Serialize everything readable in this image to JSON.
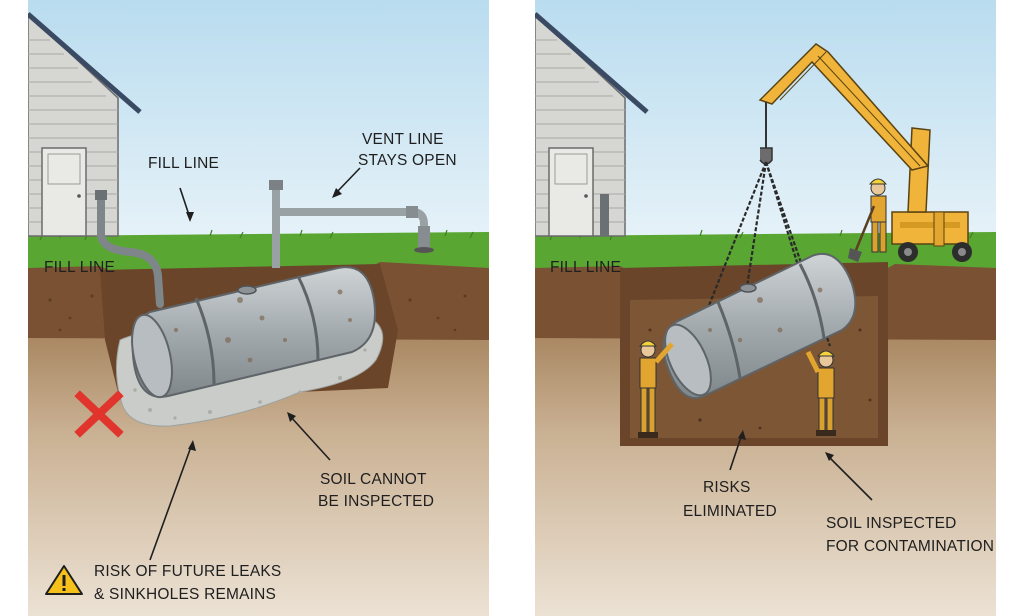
{
  "left_panel": {
    "fill_line_top": "FILL LINE",
    "fill_line_side": "FILL LINE",
    "vent_line_1": "VENT LINE",
    "vent_line_2": "STAYS OPEN",
    "soil_1": "SOIL CANNOT",
    "soil_2": "BE INSPECTED",
    "risk_1": "RISK OF FUTURE LEAKS",
    "risk_2": "& SINKHOLES REMAINS"
  },
  "right_panel": {
    "fill_line_side": "FILL LINE",
    "risks_1": "RISKS",
    "risks_2": "ELIMINATED",
    "soil_1": "SOIL INSPECTED",
    "soil_2": "FOR CONTAMINATION"
  },
  "colors": {
    "sky": "#c8e4f2",
    "grass": "#5aa632",
    "soil": "#7a5233",
    "subsoil": "#c7ad8e",
    "tank": "#a9b0b4",
    "crane": "#f0b43a",
    "warning_red": "#e0342c",
    "warning_yellow": "#f6c21a"
  }
}
